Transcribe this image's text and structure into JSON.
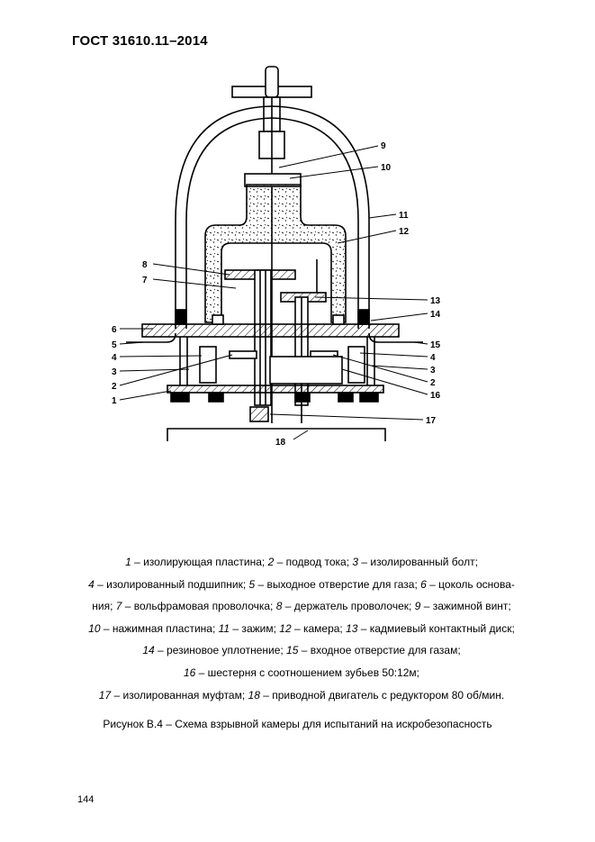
{
  "header": {
    "standard": "ГОСТ 31610.11–2014"
  },
  "figure": {
    "callouts_left": [
      "8",
      "7",
      "6",
      "5",
      "4",
      "3",
      "2",
      "1"
    ],
    "callouts_right": [
      "9",
      "10",
      "11",
      "12",
      "13",
      "14",
      "15",
      "4",
      "3",
      "2",
      "16",
      "17",
      "18"
    ]
  },
  "legend": {
    "lines": [
      [
        [
          "1",
          " – изолирующая пластина; "
        ],
        [
          "2",
          " – подвод тока; "
        ],
        [
          "3",
          " – изолированный болт;"
        ]
      ],
      [
        [
          "4",
          " – изолированный подшипник; "
        ],
        [
          "5",
          " – выходное отверстие для газа; "
        ],
        [
          "6",
          " – цоколь основа-"
        ]
      ],
      [
        [
          "",
          "ния; "
        ],
        [
          "7",
          " – вольфрамовая проволочка; "
        ],
        [
          "8",
          " – держатель проволочек; "
        ],
        [
          "9",
          " – зажимной винт;"
        ]
      ],
      [
        [
          "10",
          " – нажимная пластина; "
        ],
        [
          "11",
          " – зажим; "
        ],
        [
          "12",
          " – камера; "
        ],
        [
          "13",
          " – кадмиевый контактный диск;"
        ]
      ],
      [
        [
          "14",
          " – резиновое уплотнение; "
        ],
        [
          "15",
          " – входное отверстие для газам;"
        ]
      ],
      [
        [
          "16",
          " – шестерня с соотношением зубьев 50:12м;"
        ]
      ],
      [
        [
          "17",
          " – изолированная муфтам; "
        ],
        [
          "18",
          " – приводной двигатель с редуктором 80 об/мин."
        ]
      ]
    ]
  },
  "caption": "Рисунок В.4 – Схема взрывной камеры для испытаний на искробезопасность",
  "page_number": "144"
}
